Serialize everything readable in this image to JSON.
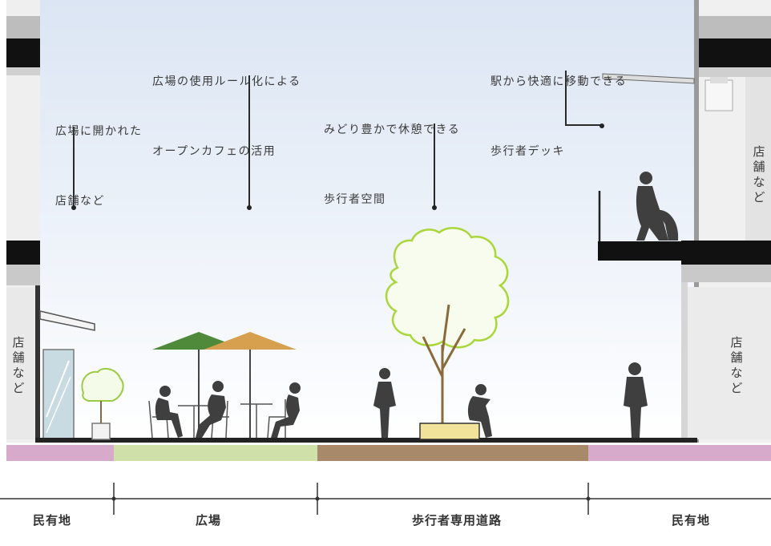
{
  "annotations": {
    "shops_open": [
      "広場に開かれた",
      "店舗など"
    ],
    "open_cafe": [
      "広場の使用ルール化による",
      "オープンカフェの活用"
    ],
    "green_rest": [
      "みどり豊かで休憩できる",
      "歩行者空間"
    ],
    "deck": [
      "駅から快適に移動できる",
      "歩行者デッキ"
    ]
  },
  "side_labels": {
    "left_lower": "店舗など",
    "right_upper": "店舗など",
    "right_lower": "店舗など"
  },
  "zones": {
    "private_left": "民有地",
    "plaza": "広場",
    "pedestrian_road": "歩行者専用道路",
    "private_right": "民有地"
  },
  "colors": {
    "sky_top": "#dfe8f5",
    "sky_bottom": "#ffffff",
    "strip_private": "#d7a9cb",
    "strip_plaza": "#cfe0a8",
    "strip_road": "#a88a6a",
    "umbrella_green": "#4e8a3a",
    "umbrella_orange": "#d6a04e",
    "tree_line": "#a9d63a",
    "silhouette": "#3f3f3f"
  }
}
